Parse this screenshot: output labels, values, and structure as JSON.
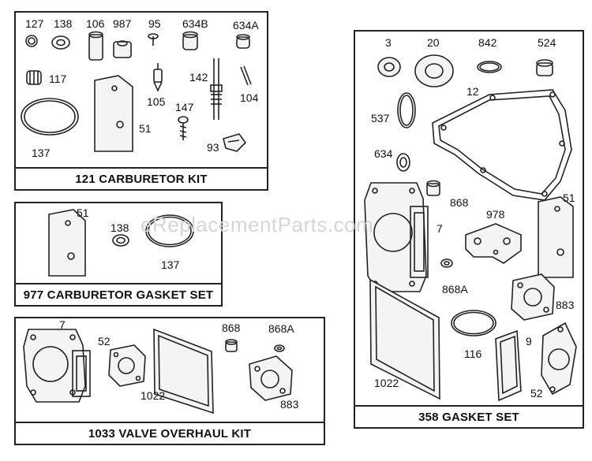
{
  "watermark": "eReplacementParts.com",
  "kits": {
    "carb_kit": {
      "title": "121 CARBURETOR KIT",
      "parts": [
        "127",
        "138",
        "106",
        "987",
        "95",
        "634B",
        "634A",
        "117",
        "142",
        "105",
        "147",
        "104",
        "51",
        "137",
        "93"
      ]
    },
    "carb_gasket_set": {
      "title": "977 CARBURETOR GASKET SET",
      "parts": [
        "51",
        "138",
        "137"
      ]
    },
    "valve_kit": {
      "title": "1033 VALVE OVERHAUL KIT",
      "parts": [
        "7",
        "52",
        "868",
        "868A",
        "1022",
        "883"
      ]
    },
    "gasket_set": {
      "title": "358 GASKET SET",
      "parts": [
        "3",
        "20",
        "842",
        "524",
        "12",
        "537",
        "634",
        "868",
        "51",
        "978",
        "7",
        "868A",
        "883",
        "116",
        "9",
        "1022",
        "52"
      ]
    }
  },
  "colors": {
    "line": "#222222",
    "fill": "#f4f4f4",
    "watermark": "#d6d6d6"
  }
}
